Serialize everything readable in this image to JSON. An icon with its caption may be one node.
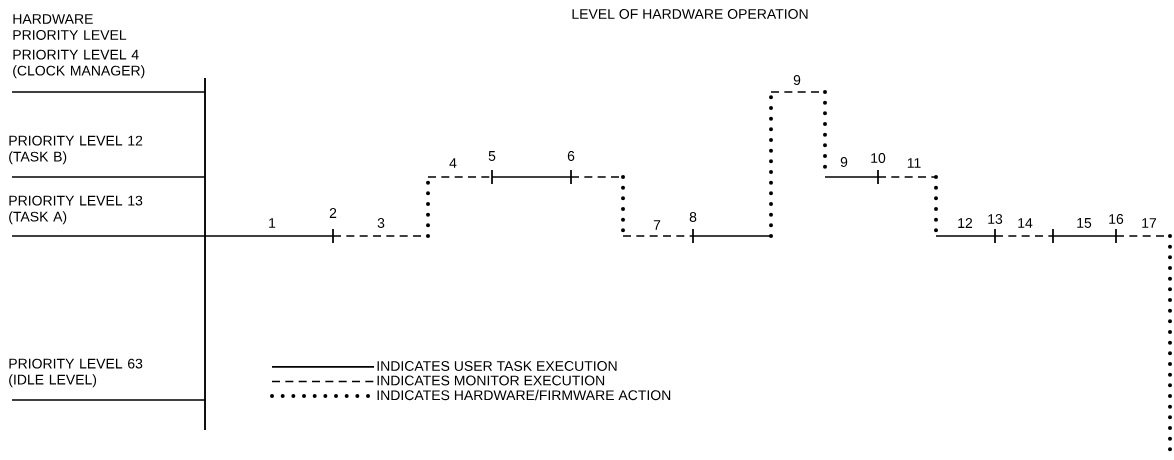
{
  "diagram": {
    "title": "LEVEL OF HARDWARE OPERATION",
    "labels": [
      "HARDWARE PRIORITY LEVEL",
      "PRIORITY LEVEL 4 (CLOCK MANAGER)",
      "9",
      "PRIORITY LEVEL 12 (TASK B)",
      "4",
      "5",
      "6",
      "9",
      "10",
      "11",
      "PRIORITY LEVEL 13 (TASK A)",
      "1",
      "2",
      "3",
      "7",
      "8",
      "12",
      "13",
      "14",
      "15",
      "16",
      "17",
      "PRIORITY LEVEL 63 (IDLE LEVEL)"
    ],
    "legend": [
      {
        "text": "INDICATES USER TASK EXECUTION"
      },
      {
        "text": "INDICATES MONITOR EXECUTION"
      },
      {
        "text": "INDICATES HARDWARE/FIRMWARE ACTION"
      }
    ]
  }
}
